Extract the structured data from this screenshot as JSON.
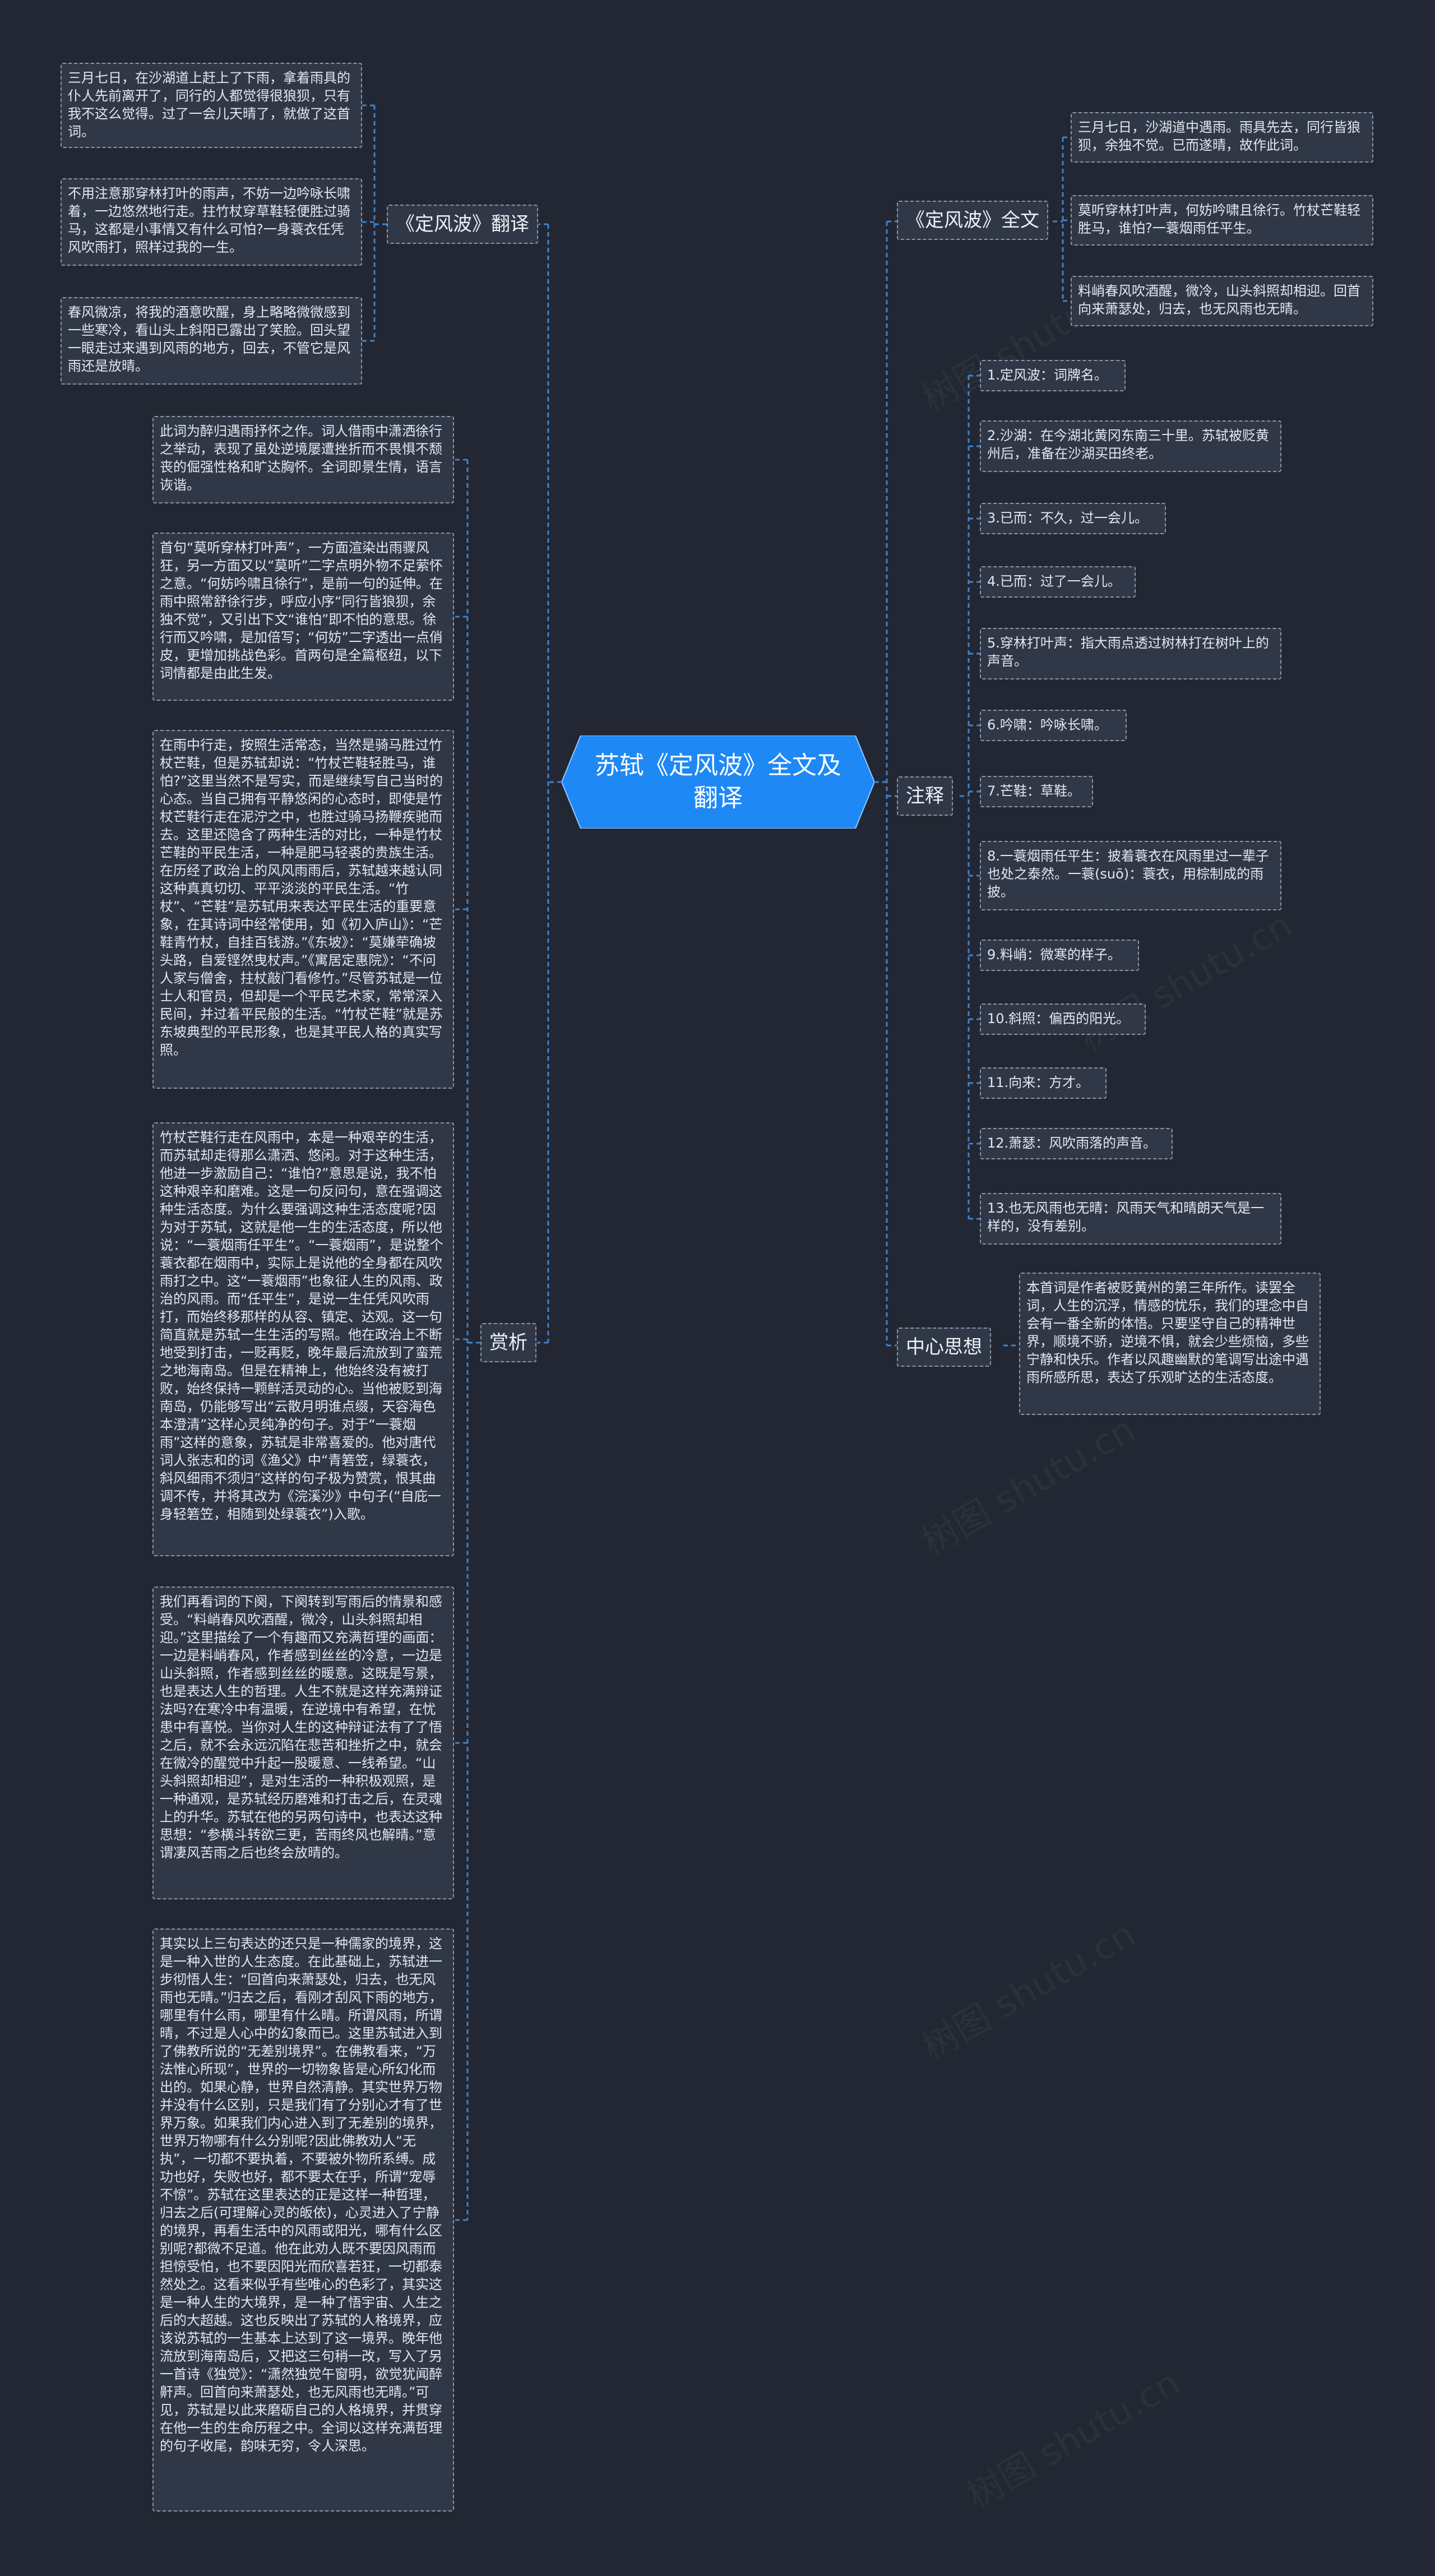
{
  "root": {
    "title": "苏轼《定风波》全文及翻译"
  },
  "branches": {
    "translation": {
      "label": "《定风波》翻译",
      "items": [
        "三月七日，在沙湖道上赶上了下雨，拿着雨具的仆人先前离开了，同行的人都觉得很狼狈，只有我不这么觉得。过了一会儿天晴了，就做了这首词。",
        "不用注意那穿林打叶的雨声，不妨一边吟咏长啸着，一边悠然地行走。拄竹杖穿草鞋轻便胜过骑马，这都是小事情又有什么可怕?一身蓑衣任凭风吹雨打，照样过我的一生。",
        "春风微凉，将我的酒意吹醒，身上略略微微感到一些寒冷，看山头上斜阳已露出了笑脸。回头望一眼走过来遇到风雨的地方，回去，不管它是风雨还是放晴。"
      ]
    },
    "fulltext": {
      "label": "《定风波》全文",
      "items": [
        "三月七日，沙湖道中遇雨。雨具先去，同行皆狼狈，余独不觉。已而遂晴，故作此词。",
        "莫听穿林打叶声，何妨吟啸且徐行。竹杖芒鞋轻胜马，谁怕?一蓑烟雨任平生。",
        "料峭春风吹酒醒，微冷，山头斜照却相迎。回首向来萧瑟处，归去，也无风雨也无晴。"
      ]
    },
    "notes": {
      "label": "注释",
      "items": [
        "1.定风波：词牌名。",
        "2.沙湖：在今湖北黄冈东南三十里。苏轼被贬黄州后，准备在沙湖买田终老。",
        "3.已而：不久，过一会儿。",
        "4.已而：过了一会儿。",
        "5.穿林打叶声：指大雨点透过树林打在树叶上的声音。",
        "6.吟啸：吟咏长啸。",
        "7.芒鞋：草鞋。",
        "8.一蓑烟雨任平生：披着蓑衣在风雨里过一辈子也处之泰然。一蓑(suō)：蓑衣，用棕制成的雨披。",
        "9.料峭：微寒的样子。",
        "10.斜照：偏西的阳光。",
        "11.向来：方才。",
        "12.萧瑟：风吹雨落的声音。",
        "13.也无风雨也无晴：风雨天气和晴朗天气是一样的，没有差别。"
      ]
    },
    "central": {
      "label": "中心思想",
      "items": [
        "本首词是作者被贬黄州的第三年所作。读罢全词，人生的沉浮，情感的忧乐，我们的理念中自会有一番全新的体悟。只要坚守自己的精神世界，顺境不骄，逆境不惧，就会少些烦恼，多些宁静和快乐。作者以风趣幽默的笔调写出途中遇雨所感所思，表达了乐观旷达的生活态度。"
      ]
    },
    "appreciation": {
      "label": "赏析",
      "items": [
        "此词为醉归遇雨抒怀之作。词人借雨中潇洒徐行之举动，表现了虽处逆境屡遭挫折而不畏惧不颓丧的倔强性格和旷达胸怀。全词即景生情，语言诙谐。",
        "首句“莫听穿林打叶声”，一方面渲染出雨骤风狂，另一方面又以“莫听”二字点明外物不足萦怀之意。“何妨吟啸且徐行”，是前一句的延伸。在雨中照常舒徐行步，呼应小序“同行皆狼狈，余独不觉”，又引出下文“谁怕”即不怕的意思。徐行而又吟啸，是加倍写；“何妨”二字透出一点俏皮，更增加挑战色彩。首两句是全篇枢纽，以下词情都是由此生发。",
        "在雨中行走，按照生活常态，当然是骑马胜过竹杖芒鞋，但是苏轼却说：“竹杖芒鞋轻胜马，谁怕?”这里当然不是写实，而是继续写自己当时的心态。当自己拥有平静悠闲的心态时，即使是竹杖芒鞋行走在泥泞之中，也胜过骑马扬鞭疾驰而去。这里还隐含了两种生活的对比，一种是竹杖芒鞋的平民生活，一种是肥马轻裘的贵族生活。在历经了政治上的风风雨雨后，苏轼越来越认同这种真真切切、平平淡淡的平民生活。“竹杖”、“芒鞋”是苏轼用来表达平民生活的重要意象，在其诗词中经常使用，如《初入庐山》：“芒鞋青竹杖，自挂百钱游。”《东坡》：“莫嫌荦确坡头路，自爱铿然曳杖声。”《寓居定惠院》：“不问人家与僧舍，拄杖敲门看修竹。”尽管苏轼是一位士人和官员，但却是一个平民艺术家，常常深入民间，并过着平民般的生活。“竹杖芒鞋”就是苏东坡典型的平民形象，也是其平民人格的真实写照。",
        "竹杖芒鞋行走在风雨中，本是一种艰辛的生活，而苏轼却走得那么潇洒、悠闲。对于这种生活，他进一步激励自己：“谁怕?”意思是说，我不怕这种艰辛和磨难。这是一句反问句，意在强调这种生活态度。为什么要强调这种生活态度呢?因为对于苏轼，这就是他一生的生活态度，所以他说：“一蓑烟雨任平生”。“一蓑烟雨”，是说整个蓑衣都在烟雨中，实际上是说他的全身都在风吹雨打之中。这“一蓑烟雨”也象征人生的风雨、政治的风雨。而“任平生”，是说一生任凭风吹雨打，而始终移那样的从容、镇定、达观。这一句简直就是苏轼一生生活的写照。他在政治上不断地受到打击，一贬再贬，晚年最后流放到了蛮荒之地海南岛。但是在精神上，他始终没有被打败，始终保持一颗鲜活灵动的心。当他被贬到海南岛，仍能够写出“云散月明谁点缀，天容海色本澄清”这样心灵纯净的句子。对于“一蓑烟雨”这样的意象，苏轼是非常喜爱的。他对唐代词人张志和的词《渔父》中“青箬笠，绿蓑衣，斜风细雨不须归”这样的句子极为赞赏，恨其曲调不传，并将其改为《浣溪沙》中句子(“自庇一身轻箬笠，相随到处绿蓑衣”)入歌。",
        "我们再看词的下阕，下阕转到写雨后的情景和感受。“料峭春风吹酒醒，微冷，山头斜照却相迎。”这里描绘了一个有趣而又充满哲理的画面：一边是料峭春风，作者感到丝丝的冷意，一边是山头斜照，作者感到丝丝的暖意。这既是写景，也是表达人生的哲理。人生不就是这样充满辩证法吗?在寒冷中有温暖，在逆境中有希望，在忧患中有喜悦。当你对人生的这种辩证法有了了悟之后，就不会永远沉陷在悲苦和挫折之中，就会在微冷的醒觉中升起一股暖意、一线希望。“山头斜照却相迎”，是对生活的一种积极观照，是一种通观，是苏轼经历磨难和打击之后，在灵魂上的升华。苏轼在他的另两句诗中，也表达这种思想：“参横斗转欲三更，苦雨终风也解晴。”意谓凄风苦雨之后也终会放晴的。",
        "其实以上三句表达的还只是一种儒家的境界，这是一种入世的人生态度。在此基础上，苏轼进一步彻悟人生：“回首向来萧瑟处，归去，也无风雨也无晴。”归去之后，看刚才刮风下雨的地方，哪里有什么雨，哪里有什么晴。所谓风雨，所谓晴，不过是人心中的幻象而已。这里苏轼进入到了佛教所说的“无差别境界”。在佛教看来，“万法惟心所现”，世界的一切物象皆是心所幻化而出的。如果心静，世界自然清静。其实世界万物并没有什么区别，只是我们有了分别心才有了世界万象。如果我们内心进入到了无差别的境界，世界万物哪有什么分别呢?因此佛教劝人“无执”，一切都不要执着，不要被外物所系缚。成功也好，失败也好，都不要太在乎，所谓“宠辱不惊”。苏轼在这里表达的正是这样一种哲理，归去之后(可理解心灵的皈依)，心灵进入了宁静的境界，再看生活中的风雨或阳光，哪有什么区别呢?都微不足道。他在此劝人既不要因风雨而担惊受怕，也不要因阳光而欣喜若狂，一切都泰然处之。这看来似乎有些唯心的色彩了，其实这是一种人生的大境界，是一种了悟宇宙、人生之后的大超越。这也反映出了苏轼的人格境界，应该说苏轼的一生基本上达到了这一境界。晚年他流放到海南岛后，又把这三句稍一改，写入了另一首诗《独觉》：“潇然独觉午窗明，欲觉犹闻醉鼾声。回首向来萧瑟处，也无风雨也无晴。”可见，苏轼是以此来磨砺自己的人格境界，并贯穿在他一生的生命历程之中。全词以这样充满哲理的句子收尾，韵味无穷，令人深思。"
      ]
    }
  },
  "watermark": "树图 shutu.cn"
}
